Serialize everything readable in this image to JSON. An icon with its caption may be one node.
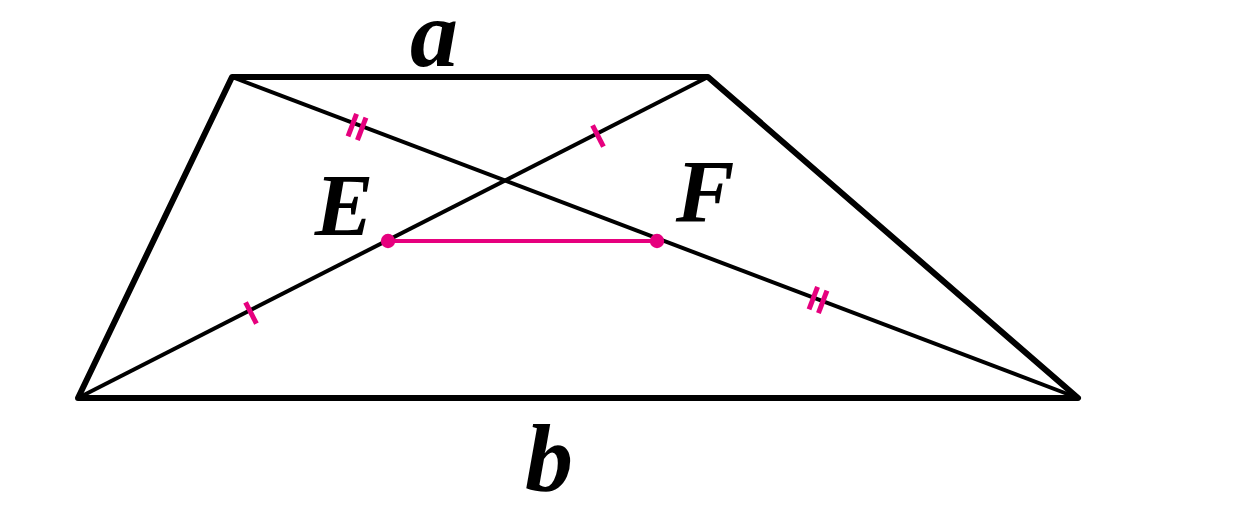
{
  "diagram": {
    "nodes": [
      {
        "text": [
          "E"
        ]
      },
      {
        "text": [
          "F"
        ]
      }
    ],
    "edges": [
      {
        "from": 0,
        "to": 1,
        "arrow": "other"
      }
    ],
    "labels": [
      "a",
      "b"
    ]
  }
}
